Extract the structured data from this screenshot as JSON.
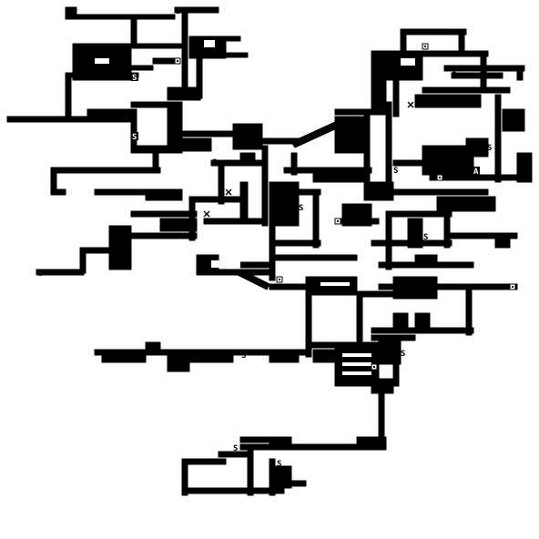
{
  "game": {
    "view": "dungeon-map",
    "background_color": "#ffffff",
    "wall_color": "#000000",
    "icons": {
      "staircase": "staircase-icon",
      "door": "door-icon",
      "item": "item-icon",
      "rubble": "rubble-icon"
    },
    "glyphs": {
      "staircase": "S",
      "altar": "A"
    }
  }
}
